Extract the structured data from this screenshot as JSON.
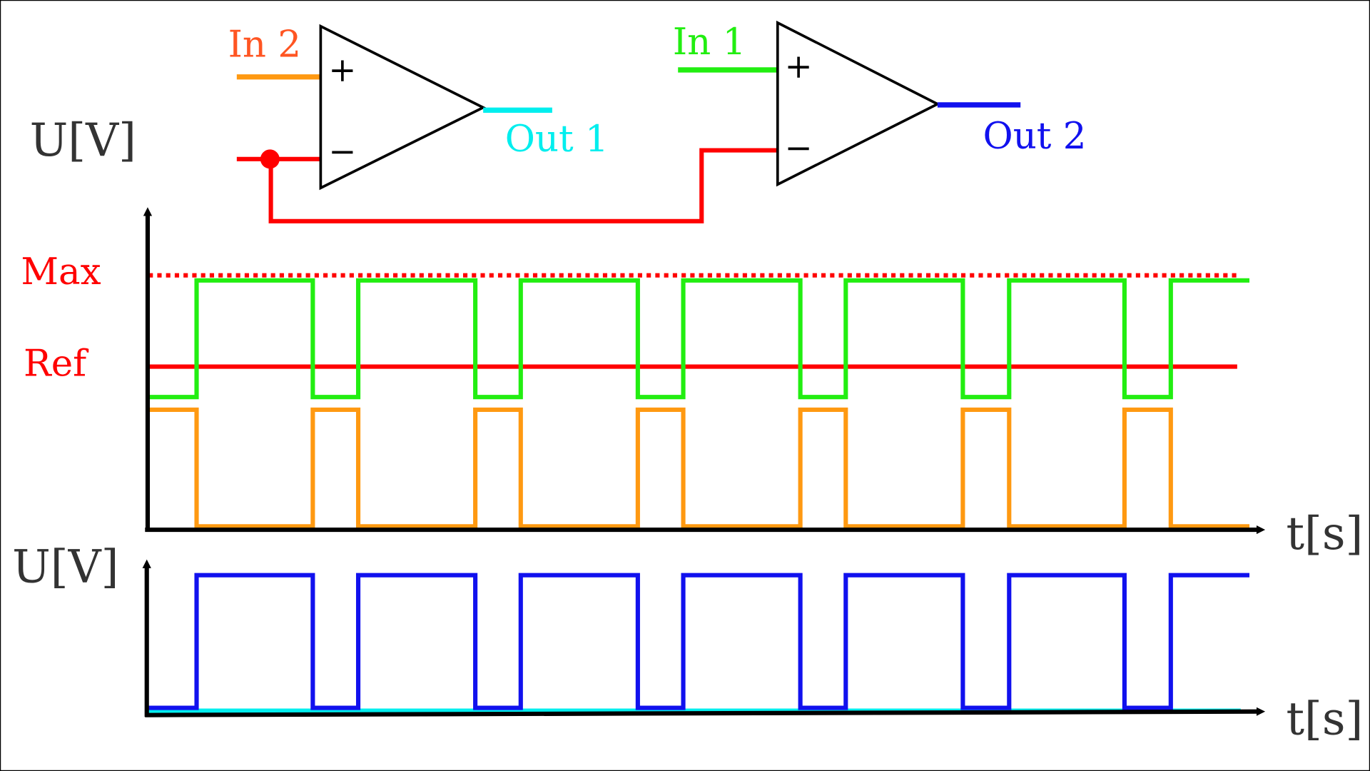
{
  "circuit": {
    "in2_label": "In 2",
    "in1_label": "In 1",
    "out1_label": "Out 1",
    "out2_label": "Out 2",
    "plus_sign": "+",
    "minus_sign": "−"
  },
  "colors": {
    "in1": "#22ee11",
    "in2": "#ff9911",
    "ref": "#ff0000",
    "out1": "#00eeee",
    "out2": "#1111ee",
    "in2_label": "#ff5522"
  },
  "chart_data": [
    {
      "type": "line",
      "title": "",
      "ylabel": "U[V]",
      "xlabel": "t[s]",
      "xlim": [
        0,
        12.6
      ],
      "ylim": [
        0,
        1.1
      ],
      "reference_lines": [
        {
          "name": "Max",
          "value": 1.0,
          "style": "dotted"
        },
        {
          "name": "Ref",
          "value": 0.64,
          "style": "solid"
        }
      ],
      "edges": [
        0.55,
        1.88,
        2.4,
        3.74,
        4.26,
        5.6,
        6.12,
        7.46,
        7.98,
        9.32,
        9.85,
        11.17,
        11.7
      ],
      "series": [
        {
          "name": "In 1",
          "high": 0.98,
          "low": 0.52,
          "starts": "low"
        },
        {
          "name": "In 2",
          "high": 0.47,
          "low": 0.01,
          "starts": "high"
        }
      ]
    },
    {
      "type": "line",
      "ylabel": "U[V]",
      "xlabel": "t[s]",
      "xlim": [
        0,
        12.6
      ],
      "ylim": [
        0,
        1.1
      ],
      "series": [
        {
          "name": "Out 2",
          "high": 0.97,
          "low": 0.05,
          "starts": "low"
        },
        {
          "name": "Out 1",
          "constant": 0.03
        }
      ]
    }
  ],
  "labels": {
    "max": "Max",
    "ref": "Ref",
    "uv_top": "U[V]",
    "uv_bottom": "U[V]",
    "t_top": "t[s]",
    "t_bottom": "t[s]"
  }
}
